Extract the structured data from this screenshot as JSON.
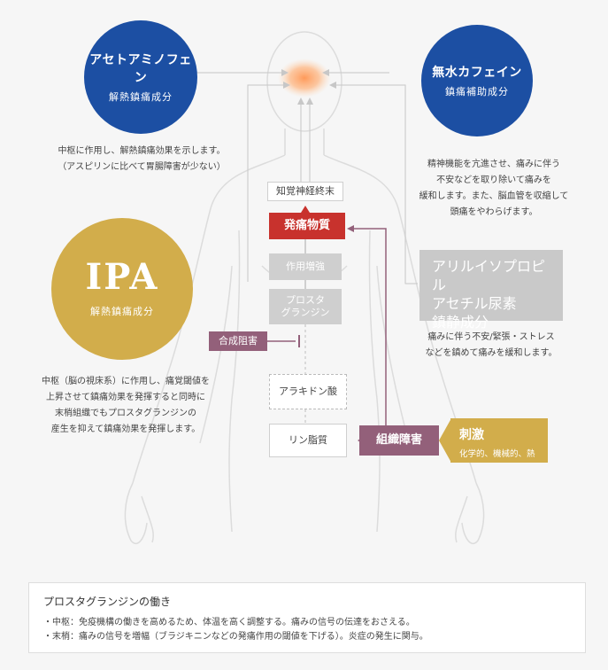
{
  "acetaminophen": {
    "name": "アセトアミノフェン",
    "role": "解熱鎮痛成分",
    "desc": [
      "中枢に作用し、解熱鎮痛効果を示します。",
      "（アスピリンに比べて胃腸障害が少ない）"
    ]
  },
  "caffeine": {
    "name": "無水カフェイン",
    "role": "鎮痛補助成分",
    "desc": [
      "精神機能を亢進させ、痛みに伴う",
      "不安などを取り除いて痛みを",
      "緩和します。また、脳血管を収縮して",
      "頭痛をやわらげます。"
    ]
  },
  "ipa": {
    "name": "IPA",
    "role": "解熱鎮痛成分",
    "desc": [
      "中枢（脳の視床系）に作用し、痛覚閾値を",
      "上昇させて鎮痛効果を発揮すると同時に",
      "末梢組織でもプロスタグランジンの",
      "産生を抑えて鎮痛効果を発揮します。"
    ]
  },
  "allyl": {
    "name": [
      "アリルイソプロピル",
      "アセチル尿素",
      "鎮静成分"
    ],
    "desc": [
      "痛みに伴う不安/緊張・ストレス",
      "などを鎮めて痛みを緩和します。"
    ]
  },
  "flow": {
    "nerve_ending": "知覚神経終末",
    "pain_substance": "発痛物質",
    "enhance": "作用増強",
    "prostaglandin": [
      "プロスタ",
      "グランジン"
    ],
    "inhibition": "合成阻害",
    "arachidonic": "アラキドン酸",
    "phospholipid": "リン脂質",
    "tissue_damage": "組織障害"
  },
  "stimulus": {
    "title": "刺激",
    "sub": "化学的、機械的、熱"
  },
  "note": {
    "title": "プロスタグランジンの働き",
    "lines": [
      "・中枢：免疫機構の働きを高めるため、体温を高く調整する。痛みの信号の伝達をおさえる。",
      "・末梢：痛みの信号を増幅（ブラジキニンなどの発痛作用の閾値を下げる）。炎症の発生に関与。"
    ]
  },
  "colors": {
    "blue": "#1c4fa3",
    "gold": "#d2ad4b",
    "red": "#c8322d",
    "plum": "#93607a",
    "gray": "#cfcfcf"
  }
}
